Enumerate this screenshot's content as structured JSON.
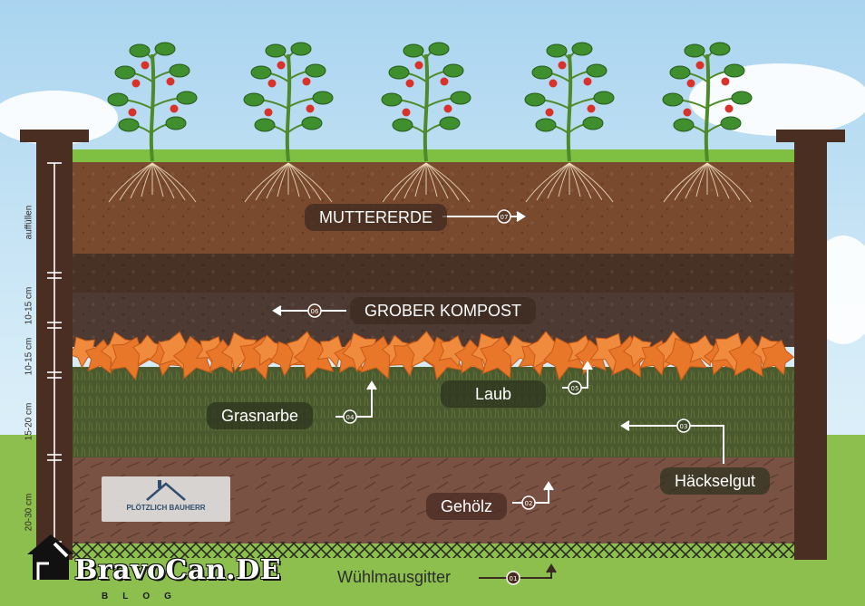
{
  "diagram": {
    "layers": [
      {
        "id": "07",
        "label": "MUTTERERDE"
      },
      {
        "id": "06",
        "label": "GROBER KOMPOST"
      },
      {
        "id": "05",
        "label": "Laub"
      },
      {
        "id": "04",
        "label": "Grasnarbe"
      },
      {
        "id": "03",
        "label": "Häckselgut"
      },
      {
        "id": "02",
        "label": "Gehölz"
      },
      {
        "id": "01",
        "label": "Wühlmausgitter"
      }
    ],
    "depth_labels": [
      "auffüllen",
      "10-15 cm",
      "10-15 cm",
      "15-20 cm",
      "20-30 cm"
    ]
  },
  "logo": {
    "text": "PLÖTZLICH BAUHERR"
  },
  "watermark": {
    "title": "BravoCan.DE",
    "subtitle": "BLOG"
  },
  "colors": {
    "topsoil": "#7a4a2e",
    "compost": "#4d3a33",
    "leaves": "#e8772a",
    "grass": "#4a5a2e",
    "wood": "#7a5244",
    "frame": "#4a2e22"
  }
}
